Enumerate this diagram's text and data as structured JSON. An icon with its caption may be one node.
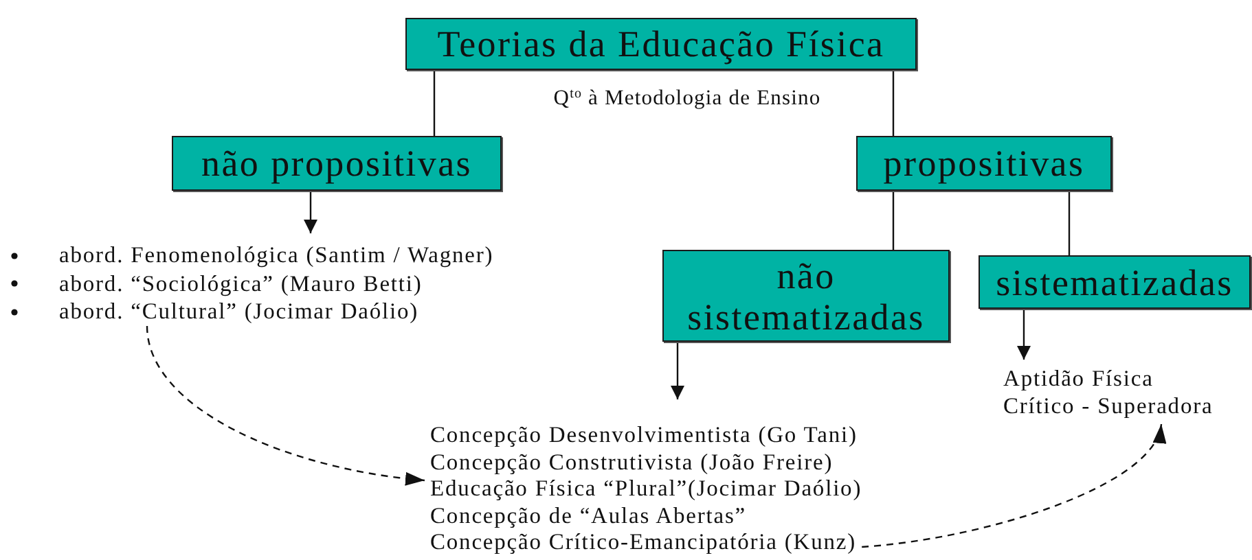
{
  "diagram": {
    "nodes": [
      {
        "text": [
          "Teorias da Educação Física"
        ]
      },
      {
        "text": [
          "não propositivas"
        ]
      },
      {
        "text": [
          "propositivas"
        ]
      },
      {
        "text": [
          "não sistematizadas"
        ]
      },
      {
        "text": [
          "sistematizadas"
        ]
      },
      {
        "text": [
          "abord. Fenomenológica (Santim / Wagner)",
          "abord. “Sociológica” (Mauro Betti)",
          "abord. “Cultural” (Jocimar Daólio)"
        ]
      },
      {
        "text": [
          "Concepção Desenvolvimentista (Go Tani)",
          "Concepção Construtivista (João Freire)",
          "Educação Física “Plural”(Jocimar Daólio)",
          "Concepção de “Aulas Abertas”",
          "Concepção Crítico-Emancipatória (Kunz)"
        ]
      },
      {
        "text": [
          "Aptidão Física",
          "Crítico - Superadora"
        ]
      }
    ],
    "edges": [
      {
        "from": 0,
        "to": 1,
        "arrow": "none"
      },
      {
        "from": 0,
        "to": 2,
        "arrow": "none"
      },
      {
        "from": 1,
        "to": 5,
        "arrow": "to"
      },
      {
        "from": 2,
        "to": 3,
        "arrow": "none"
      },
      {
        "from": 2,
        "to": 4,
        "arrow": "none"
      },
      {
        "from": 3,
        "to": 6,
        "arrow": "to"
      },
      {
        "from": 4,
        "to": 7,
        "arrow": "to"
      },
      {
        "from": 5,
        "to": 6,
        "arrow": "to",
        "style": "dashed"
      },
      {
        "from": 6,
        "to": 7,
        "arrow": "to",
        "style": "dashed"
      }
    ],
    "labels": [
      "Q$^{to}$ à Metodologia de Ensino"
    ]
  }
}
